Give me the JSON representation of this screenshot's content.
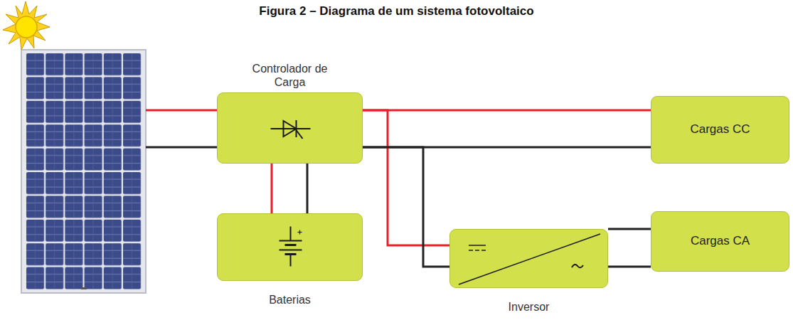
{
  "diagram": {
    "title": "Figura 2 – Diagrama de um sistema fotovoltaico",
    "nodes": [
      {
        "text": [
          "Controlador de Carga"
        ]
      },
      {
        "text": [
          "Cargas CC"
        ]
      },
      {
        "text": [
          "Baterias"
        ]
      },
      {
        "text": [
          "Inversor"
        ]
      },
      {
        "text": [
          "Cargas CA"
        ]
      }
    ],
    "edges": [
      {
        "from": 0,
        "to": 1,
        "arrow": "none"
      },
      {
        "from": 0,
        "to": 2,
        "arrow": "none"
      },
      {
        "from": 0,
        "to": 3,
        "arrow": "none"
      },
      {
        "from": 3,
        "to": 4,
        "arrow": "none"
      }
    ]
  }
}
